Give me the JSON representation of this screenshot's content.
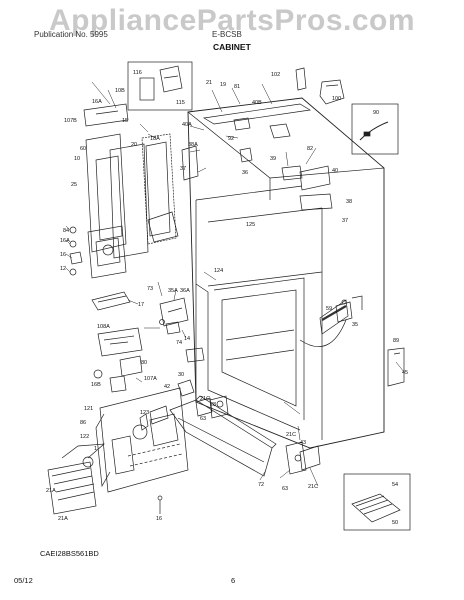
{
  "watermark": "AppliancePartsPros.com",
  "header": {
    "left": "Publication No. 5995",
    "right": "E-BCSB",
    "section_title": "CABINET"
  },
  "footer": {
    "model": "CAEI28BS561BD",
    "date": "05/12",
    "page": "6"
  },
  "part_callouts": [
    {
      "label": "116"
    },
    {
      "label": "115"
    },
    {
      "label": "102"
    },
    {
      "label": "100"
    },
    {
      "label": "90"
    },
    {
      "label": "10B"
    },
    {
      "label": "16A"
    },
    {
      "label": "107B"
    },
    {
      "label": "15"
    },
    {
      "label": "18A"
    },
    {
      "label": "20"
    },
    {
      "label": "60"
    },
    {
      "label": "10"
    },
    {
      "label": "25"
    },
    {
      "label": "21"
    },
    {
      "label": "19"
    },
    {
      "label": "81"
    },
    {
      "label": "40B"
    },
    {
      "label": "40A"
    },
    {
      "label": "92"
    },
    {
      "label": "38A"
    },
    {
      "label": "82"
    },
    {
      "label": "39"
    },
    {
      "label": "36"
    },
    {
      "label": "37"
    },
    {
      "label": "40"
    },
    {
      "label": "38"
    },
    {
      "label": "59"
    },
    {
      "label": "125"
    },
    {
      "label": "124"
    },
    {
      "label": "17"
    },
    {
      "label": "73"
    },
    {
      "label": "35A"
    },
    {
      "label": "36A"
    },
    {
      "label": "74"
    },
    {
      "label": "14"
    },
    {
      "label": "108A"
    },
    {
      "label": "80"
    },
    {
      "label": "16B"
    },
    {
      "label": "107A"
    },
    {
      "label": "30"
    },
    {
      "label": "42"
    },
    {
      "label": "21C"
    },
    {
      "label": "28"
    },
    {
      "label": "63"
    },
    {
      "label": "123"
    },
    {
      "label": "121"
    },
    {
      "label": "122"
    },
    {
      "label": "86"
    },
    {
      "label": "1"
    },
    {
      "label": "21A"
    },
    {
      "label": "72"
    },
    {
      "label": "43"
    },
    {
      "label": "45"
    },
    {
      "label": "89"
    },
    {
      "label": "35"
    },
    {
      "label": "54"
    },
    {
      "label": "50"
    },
    {
      "label": "84"
    },
    {
      "label": "16"
    },
    {
      "label": "12"
    }
  ]
}
